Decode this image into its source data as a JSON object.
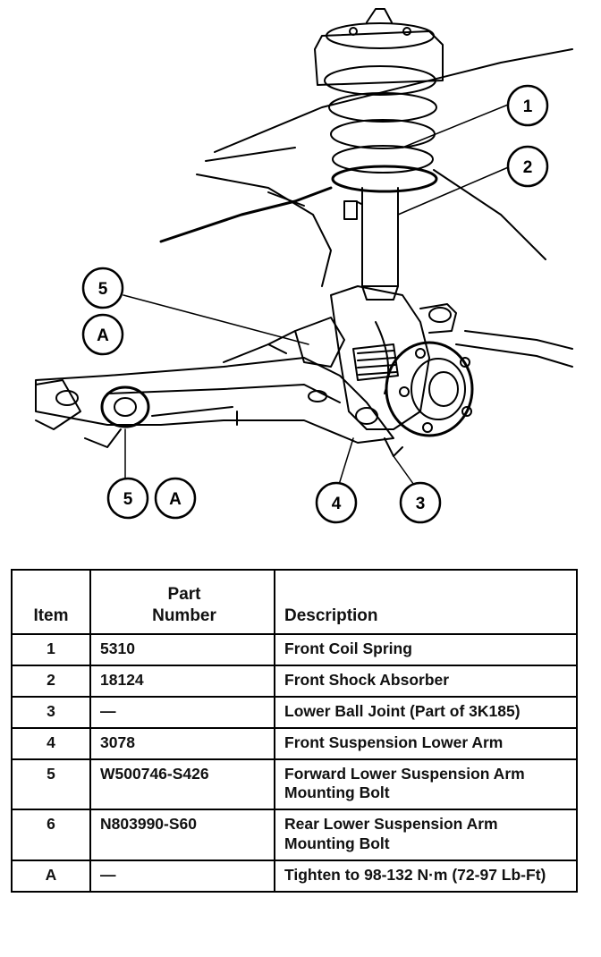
{
  "figure": {
    "callouts": [
      "1",
      "2",
      "3",
      "4",
      "5",
      "A",
      "5",
      "A"
    ]
  },
  "table": {
    "headers": {
      "item": "Item",
      "part_line1": "Part",
      "part_line2": "Number",
      "description": "Description"
    },
    "rows": [
      {
        "item": "1",
        "part": "5310",
        "description": "Front Coil Spring"
      },
      {
        "item": "2",
        "part": "18124",
        "description": "Front Shock Absorber"
      },
      {
        "item": "3",
        "part": "—",
        "description": "Lower Ball Joint (Part of 3K185)"
      },
      {
        "item": "4",
        "part": "3078",
        "description": "Front Suspension Lower Arm"
      },
      {
        "item": "5",
        "part": "W500746-S426",
        "description": "Forward Lower Suspension Arm Mounting Bolt"
      },
      {
        "item": "6",
        "part": "N803990-S60",
        "description": "Rear Lower Suspension Arm Mounting Bolt"
      },
      {
        "item": "A",
        "part": "—",
        "description": "Tighten to 98-132 N·m (72-97 Lb-Ft)"
      }
    ]
  }
}
